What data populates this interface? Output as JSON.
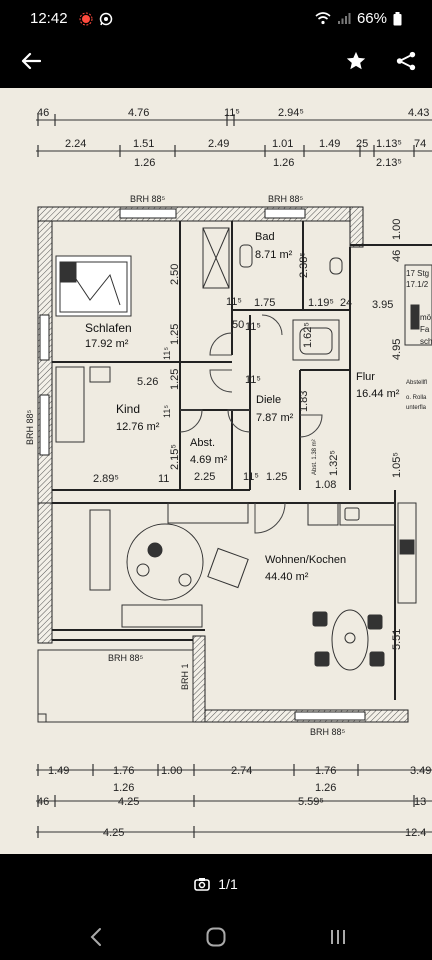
{
  "status_bar": {
    "time": "12:42",
    "battery": "66%",
    "icons": [
      "record-icon",
      "whatsapp-icon",
      "wifi-icon",
      "signal-icon",
      "battery-icon"
    ]
  },
  "app_bar": {
    "icons": [
      "back-arrow-icon",
      "star-icon",
      "share-icon"
    ]
  },
  "floor_plan": {
    "rooms": {
      "schlafen": {
        "name": "Schlafen",
        "area": "17.92 m²"
      },
      "bad": {
        "name": "Bad",
        "area": "8.71 m²"
      },
      "kind": {
        "name": "Kind",
        "area": "12.76 m²"
      },
      "abst": {
        "name": "Abst.",
        "area": "4.69 m²"
      },
      "diele": {
        "name": "Diele",
        "area": "7.87 m²"
      },
      "flur": {
        "name": "Flur",
        "area": "16.44 m²"
      },
      "wohnen": {
        "name": "Wohnen/Kochen",
        "area": "44.40 m²"
      }
    },
    "brh": {
      "top_left": "BRH 88⁵",
      "top_mid": "BRH 88⁵",
      "bottom_left": "BRH 88⁵",
      "bottom_right": "BRH 88⁵",
      "left_side": "BRH 88⁵",
      "bottom_small": "BRH 1"
    },
    "side_notes": {
      "stair": "17 Stg",
      "stair2": "17.1/2",
      "note_a": "mö",
      "note_b": "Fa",
      "note_c": "sch",
      "note_d": "Abstellfl",
      "note_e": "o. Rolla",
      "note_f": "unterfla"
    },
    "dims_top_row1": [
      "46",
      "4.76",
      "11⁵",
      "2.94⁵",
      "4.43"
    ],
    "dims_top_row2": [
      "2.24",
      "1.51",
      "2.49",
      "1.01",
      "1.49",
      "25",
      "1.13⁵",
      "74"
    ],
    "dims_top_row3": [
      "1.26",
      "1.26",
      "2.13⁵"
    ],
    "dims_bottom_row1": [
      "1.49",
      "1.76",
      "1.00",
      "2.74",
      "1.76",
      "3.49"
    ],
    "dims_bottom_row2": [
      "1.26",
      "1.26"
    ],
    "dims_bottom_row3": [
      "46",
      "4.25",
      "5.59⁵",
      "13"
    ],
    "dims_bottom_row4": [
      "4.25",
      "12.4"
    ],
    "inner_dims": {
      "d250": "2.50",
      "d238": "2.38⁵",
      "d175": "1.75",
      "d119": "1.19⁵",
      "d24": "24",
      "d395": "3.95",
      "d100": "1.00",
      "d46": "46",
      "d11a": "11⁵",
      "d11b": "11⁵",
      "d11c": "11⁵",
      "d11d": "11⁵",
      "d11e": "11⁵",
      "d11f": "11⁵",
      "d125a": "1.25",
      "d125b": "1.25",
      "d526": "5.26",
      "d162": "1.62⁵",
      "d50": "50",
      "d495": "4.95",
      "d183": "1.83",
      "d215": "2.15⁵",
      "d225": "2.25",
      "d289": "2.89⁵",
      "d1": "11",
      "d125c": "1.25",
      "d108": "1.08",
      "d132": "1.32⁵",
      "d105": "1.05⁵",
      "d551": "5.51",
      "absttiny": "Abst. 1.38 m²"
    }
  },
  "bottom_bar": {
    "counter": "1/1",
    "icon": "camera-icon"
  },
  "nav_bar": {
    "icons": [
      "nav-back-icon",
      "home-icon",
      "recents-icon"
    ]
  }
}
